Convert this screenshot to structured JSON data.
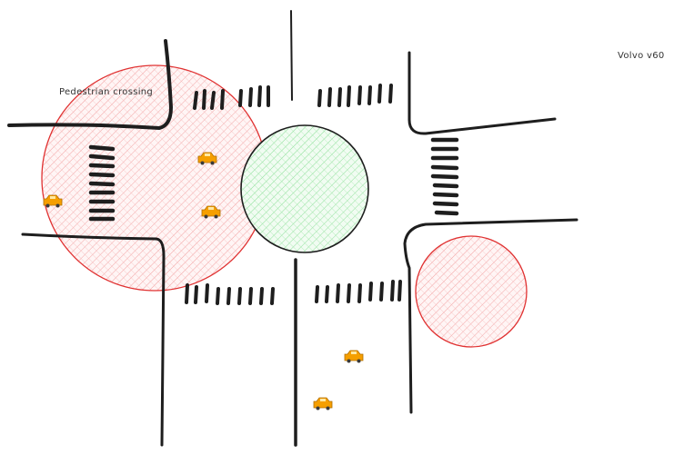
{
  "labels": {
    "pedestrian": "Pedestrian crossing",
    "vehicle": "Volvo v60"
  },
  "colors": {
    "ink": "#1e1e1e",
    "red_zone_stroke": "#e03131",
    "red_zone_fill": "#ffc9c9",
    "green_zone_fill": "#b2f2bb",
    "car_body": "#f59f00",
    "car_window": "#ffe8a3"
  },
  "icons": {
    "car": "car-icon",
    "zone": "circle-zone"
  }
}
